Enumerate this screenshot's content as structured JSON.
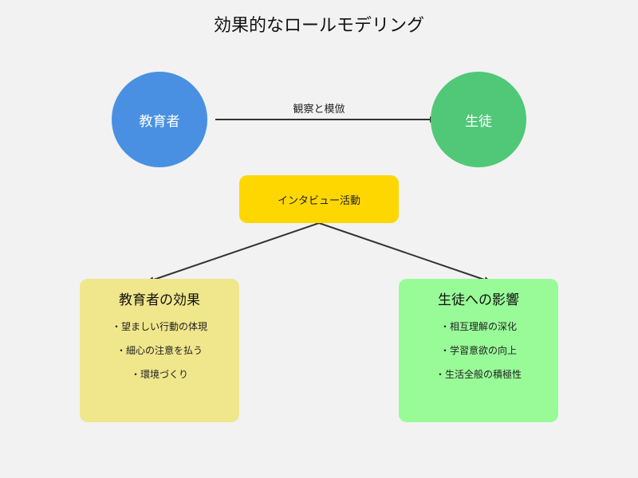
{
  "title": "効果的なロールモデリング",
  "nodes": {
    "teacher": "教育者",
    "student": "生徒",
    "center": "インタビュー活動"
  },
  "edge_label": "観察と模倣",
  "panels": {
    "teacher_effects": {
      "title": "教育者の効果",
      "items": [
        "・望ましい行動の体現",
        "・細心の注意を払う",
        "・環境づくり"
      ]
    },
    "student_effects": {
      "title": "生徒への影響",
      "items": [
        "・相互理解の深化",
        "・学習意欲の向上",
        "・生活全般の積極性"
      ]
    }
  },
  "colors": {
    "background": "#f2f2f2",
    "teacher_circle": "#4a90e2",
    "student_circle": "#50c878",
    "center_box": "#ffd700",
    "teacher_panel": "#f0e68c",
    "student_panel": "#98fb98",
    "arrow": "#333333"
  }
}
